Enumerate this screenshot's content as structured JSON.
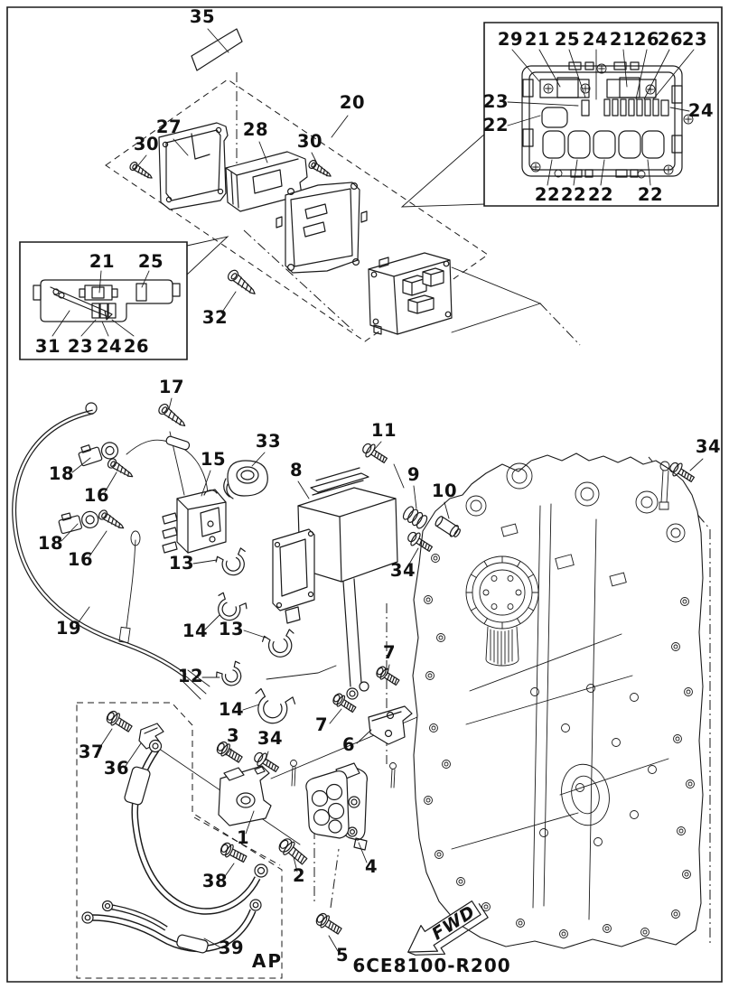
{
  "drawing": {
    "code": "6CE8100-R200",
    "fwd": "FWD",
    "ap": "AP"
  },
  "colors": {
    "line": "#1a1a1a",
    "background": "#ffffff"
  },
  "callouts": {
    "c35": "35",
    "c20": "20",
    "c27": "27",
    "c28": "28",
    "c30a": "30",
    "c30b": "30",
    "c32": "32",
    "c17": "17",
    "c18a": "18",
    "c16a": "16",
    "c18b": "18",
    "c16b": "16",
    "c15": "15",
    "c33": "33",
    "c8": "8",
    "c11": "11",
    "c9": "9",
    "c10": "10",
    "c34a": "34",
    "c34b": "34",
    "c34c": "34",
    "c13a": "13",
    "c14a": "14",
    "c13b": "13",
    "c12": "12",
    "c14b": "14",
    "c19": "19",
    "c7a": "7",
    "c7b": "7",
    "c6": "6",
    "c37": "37",
    "c36": "36",
    "c3": "3",
    "c1": "1",
    "c2": "2",
    "c4": "4",
    "c5": "5",
    "c38": "38",
    "c39": "39"
  },
  "inset_fuse_cover": {
    "top": [
      "29",
      "21",
      "25",
      "24",
      "21",
      "26",
      "26",
      "23"
    ],
    "left_fuse": "23",
    "left_socket": "22",
    "right_fuse": "24",
    "bottom": [
      "22",
      "22",
      "22",
      "22"
    ]
  },
  "inset_fuse_holder": {
    "top": [
      "21",
      "25"
    ],
    "bottom": [
      "31",
      "23",
      "24",
      "26"
    ]
  }
}
